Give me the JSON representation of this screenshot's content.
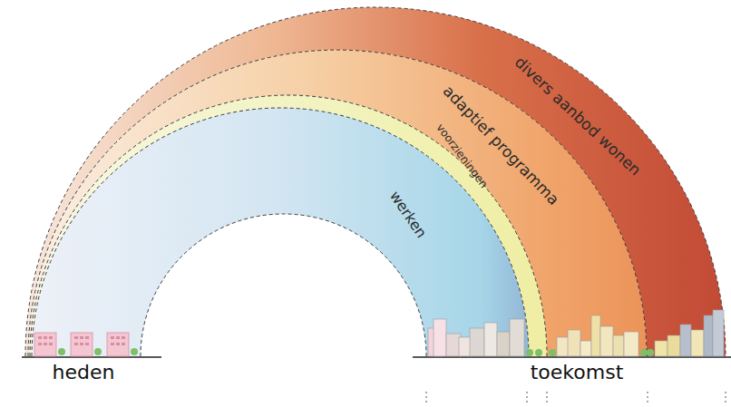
{
  "diagram": {
    "nodes": [
      {
        "text": [
          "divers aanbod wonen"
        ]
      },
      {
        "text": [
          "adaptief programma"
        ]
      },
      {
        "text": [
          "voorzieningen"
        ]
      },
      {
        "text": [
          "werken"
        ]
      }
    ],
    "labels": [
      "heden",
      "toekomst"
    ]
  }
}
